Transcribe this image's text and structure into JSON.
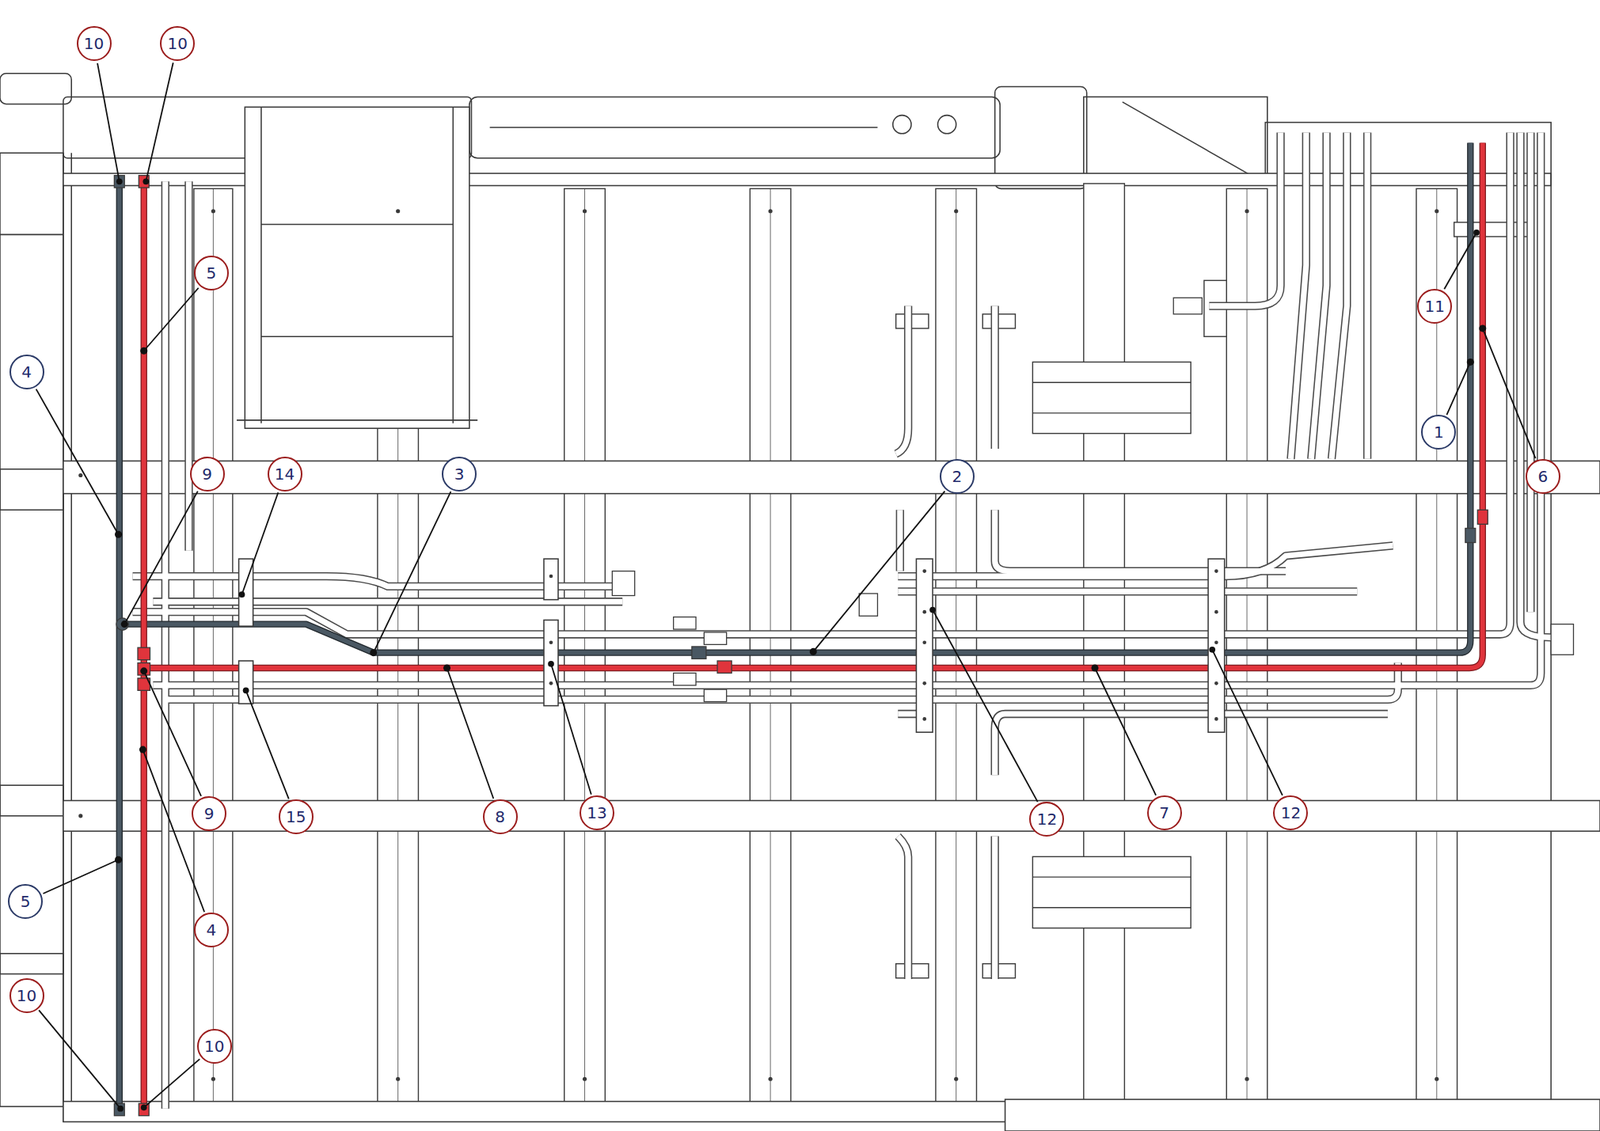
{
  "diagram": {
    "nodes": [
      {
        "text": [
          "10"
        ]
      },
      {
        "text": [
          "10"
        ]
      },
      {
        "text": [
          "5"
        ]
      },
      {
        "text": [
          "11"
        ]
      },
      {
        "text": [
          "4"
        ]
      },
      {
        "text": [
          "1"
        ]
      },
      {
        "text": [
          "9"
        ]
      },
      {
        "text": [
          "14"
        ]
      },
      {
        "text": [
          "3"
        ]
      },
      {
        "text": [
          "2"
        ]
      },
      {
        "text": [
          "6"
        ]
      },
      {
        "text": [
          "9"
        ]
      },
      {
        "text": [
          "15"
        ]
      },
      {
        "text": [
          "8"
        ]
      },
      {
        "text": [
          "13"
        ]
      },
      {
        "text": [
          "12"
        ]
      },
      {
        "text": [
          "7"
        ]
      },
      {
        "text": [
          "12"
        ]
      },
      {
        "text": [
          "5"
        ]
      },
      {
        "text": [
          "4"
        ]
      },
      {
        "text": [
          "10"
        ]
      },
      {
        "text": [
          "10"
        ]
      }
    ]
  }
}
